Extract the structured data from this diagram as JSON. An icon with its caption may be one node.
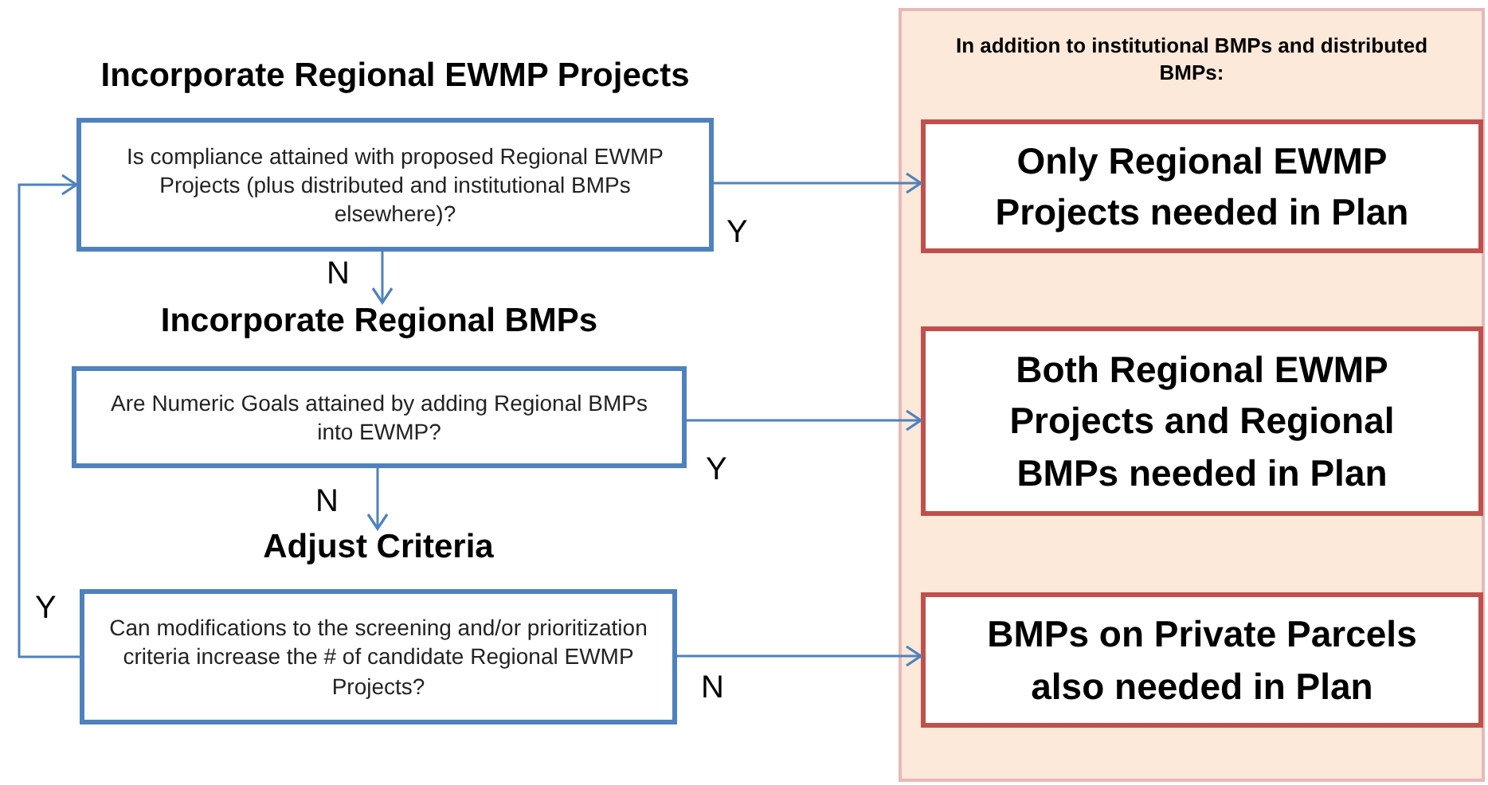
{
  "diagram": {
    "nodes": [
      {
        "text": [
          "Incorporate Regional EWMP Projects",
          "Is compliance attained with proposed Regional EWMP Projects (plus distributed and institutional BMPs elsewhere)?"
        ]
      },
      {
        "text": [
          "Incorporate Regional BMPs",
          "Are Numeric Goals attained by adding Regional BMPs into EWMP?"
        ]
      },
      {
        "text": [
          "Adjust Criteria",
          "Can modifications to the screening  and/or prioritization criteria increase the # of candidate Regional EWMP Projects?"
        ]
      },
      {
        "text": [
          "In addition to institutional BMPs and distributed BMPs:"
        ]
      },
      {
        "text": [
          "Only  Regional EWMP Projects needed in Plan"
        ],
        "in": 3
      },
      {
        "text": [
          "Both Regional EWMP Projects and Regional BMPs needed in Plan"
        ],
        "in": 3
      },
      {
        "text": [
          "BMPs on Private Parcels also needed in Plan"
        ],
        "in": 3
      }
    ],
    "edges": [
      {
        "from": 0,
        "to": 4,
        "arrow": "to",
        "label": "Y"
      },
      {
        "from": 0,
        "to": 1,
        "arrow": "to",
        "label": "N"
      },
      {
        "from": 1,
        "to": 5,
        "arrow": "to",
        "label": "Y"
      },
      {
        "from": 1,
        "to": 2,
        "arrow": "to",
        "label": "N"
      },
      {
        "from": 2,
        "to": 6,
        "arrow": "to",
        "label": "N"
      },
      {
        "from": 2,
        "to": 0,
        "arrow": "to",
        "label": "Y"
      }
    ]
  }
}
